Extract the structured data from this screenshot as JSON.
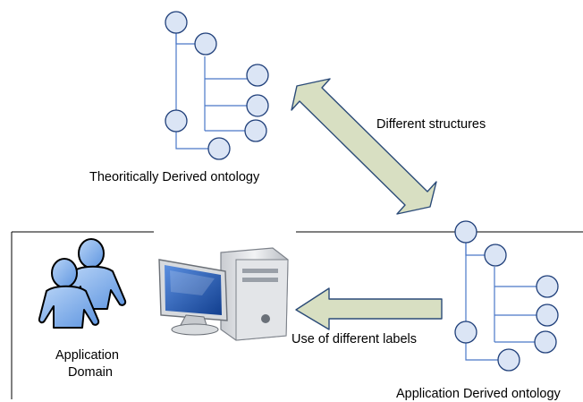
{
  "labels": {
    "top_ontology": "Theoritically Derived ontology",
    "different_structures": "Different structures",
    "application_domain_line1": "Application",
    "application_domain_line2": "Domain",
    "different_labels": "Use of different labels",
    "bottom_ontology": "Application Derived ontology"
  },
  "colors": {
    "node_fill": "#dbe5f5",
    "node_stroke": "#1f3f7a",
    "connector": "#4a78c8",
    "arrow_fill": "#d8dfc2",
    "arrow_stroke": "#2b4b78",
    "frame_line": "#000000",
    "people_fill": "#8fb8ee",
    "monitor_screen": "#1e4fa3"
  }
}
